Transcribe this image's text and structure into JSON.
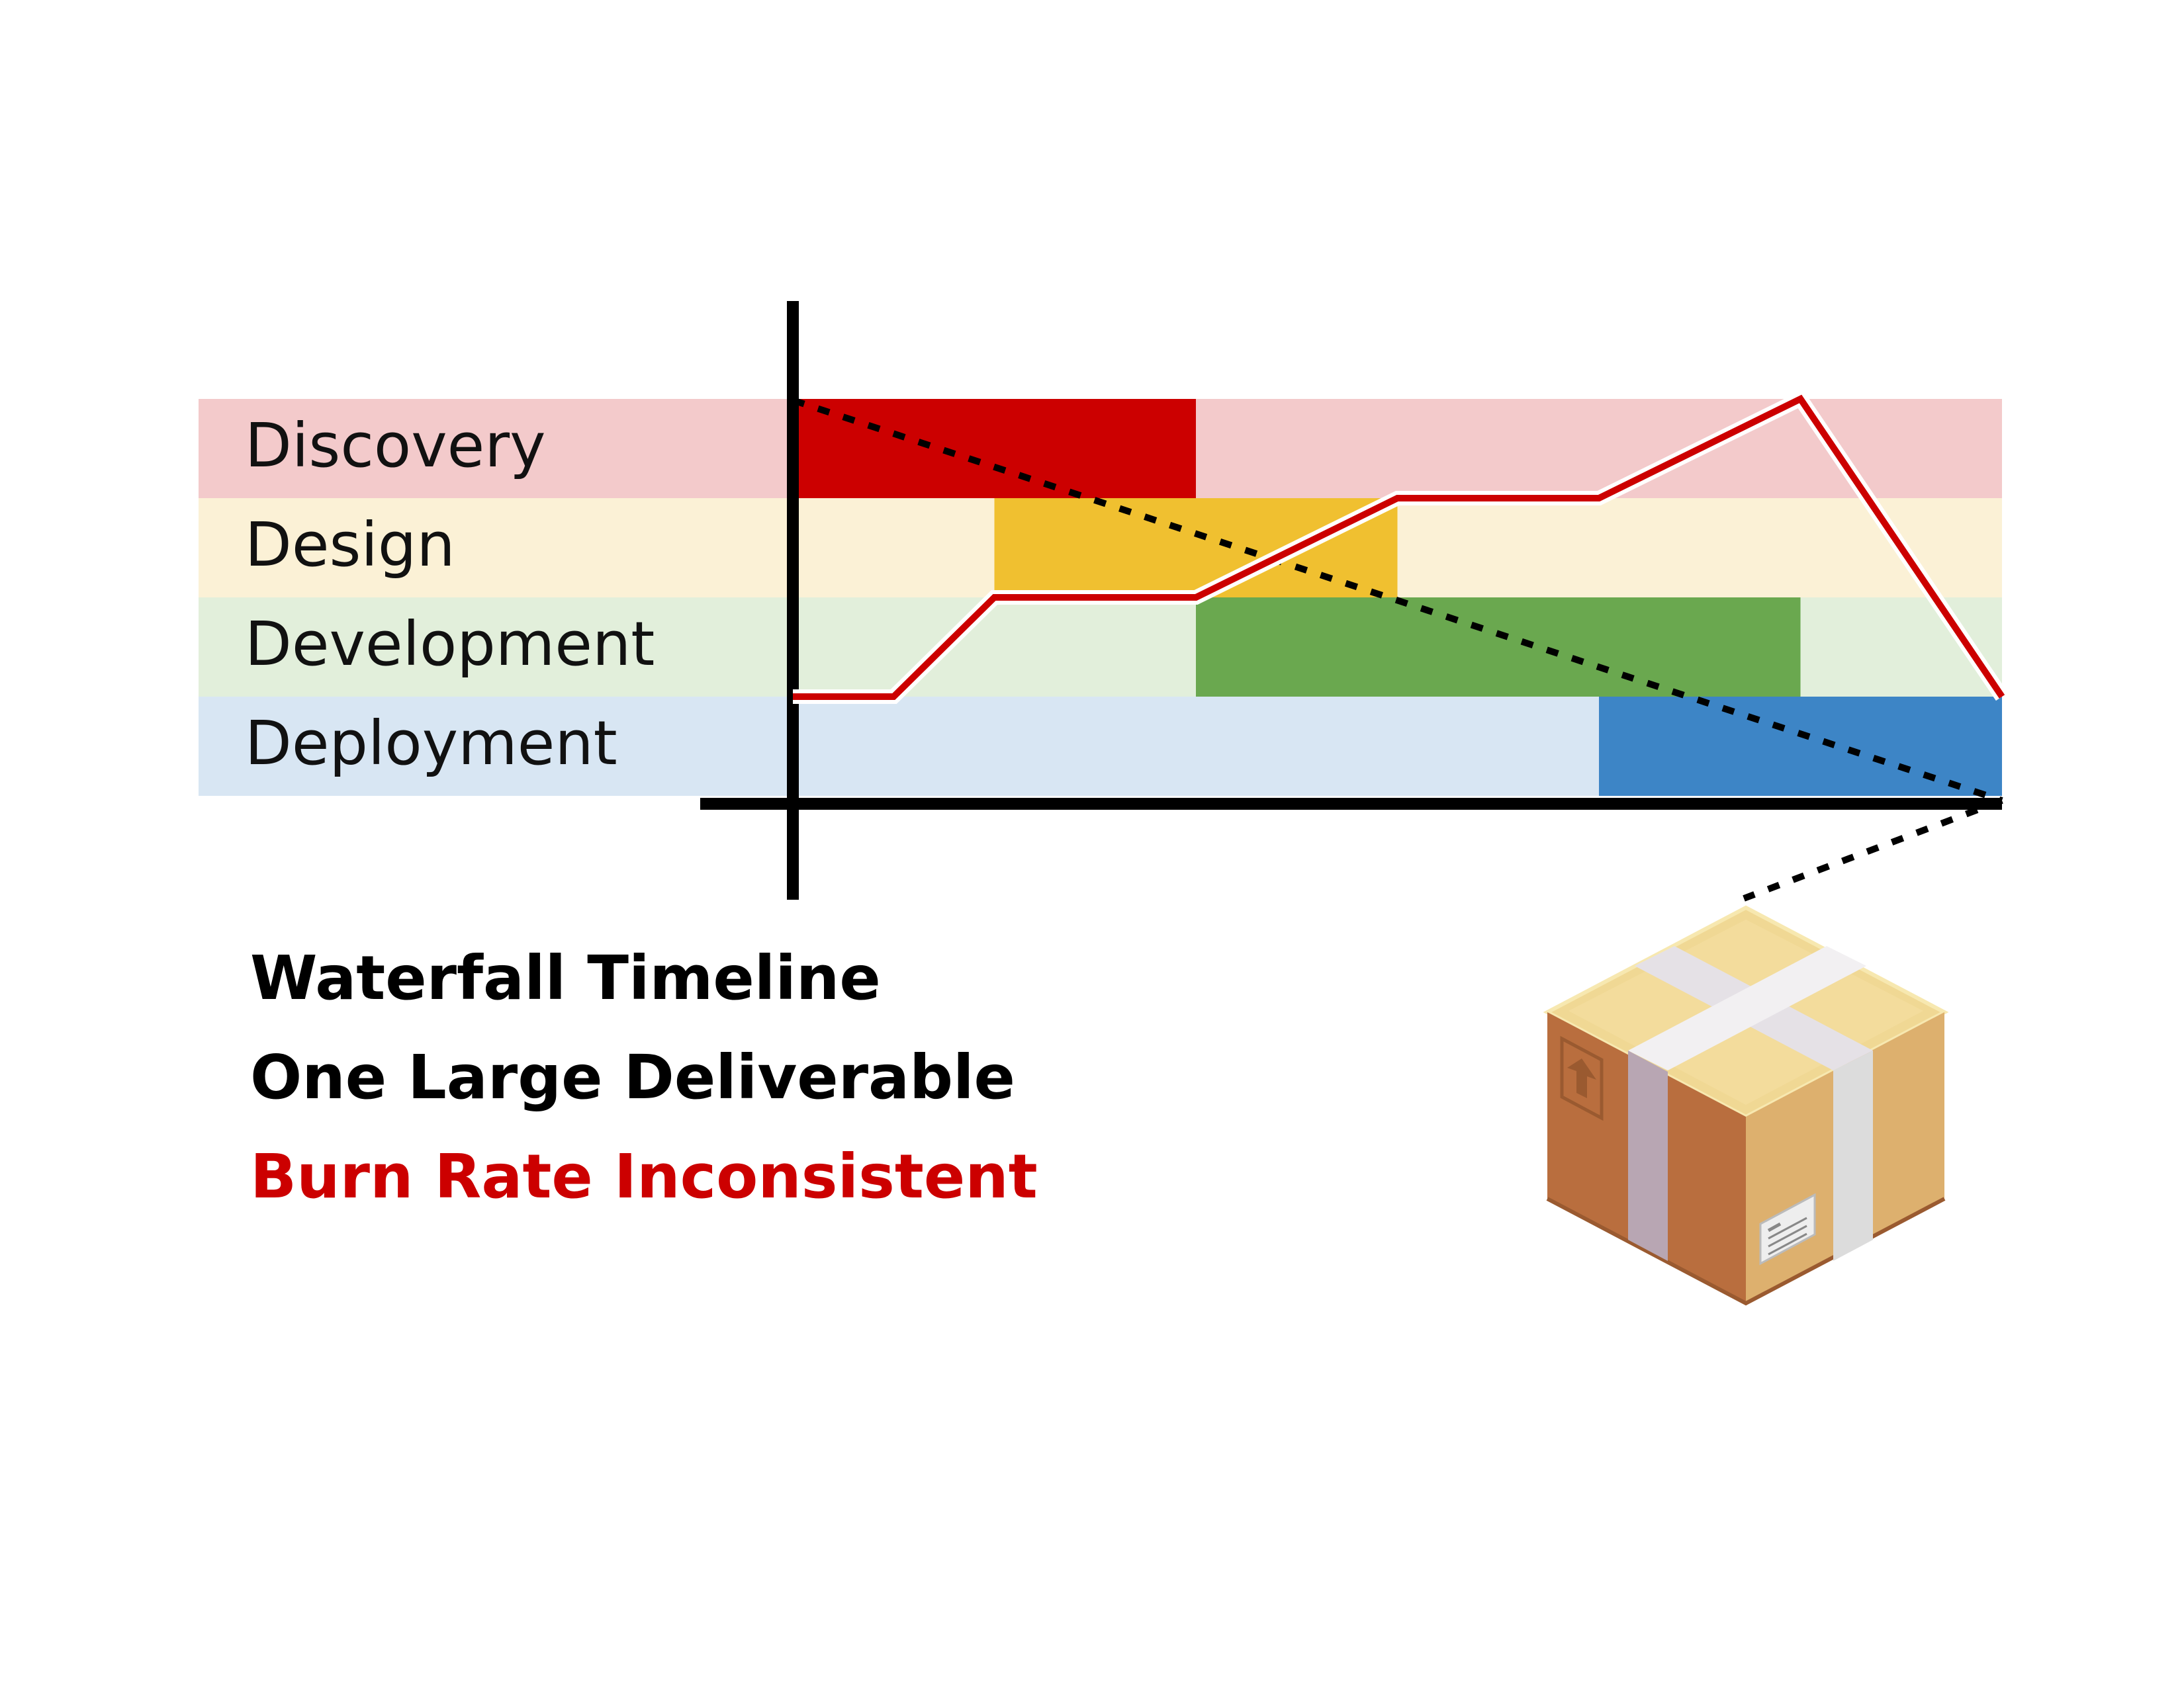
{
  "phases": [
    {
      "label": "Discovery",
      "light": "#f3cacb",
      "dark": "#cc0000",
      "start": 0,
      "end": 2
    },
    {
      "label": "Design",
      "light": "#fbf1d6",
      "dark": "#f0c030",
      "start": 1,
      "end": 3
    },
    {
      "label": "Development",
      "light": "#e2efdb",
      "dark": "#6aa84f",
      "start": 2,
      "end": 5
    },
    {
      "label": "Deployment",
      "light": "#d8e6f3",
      "dark": "#3d85c6",
      "start": 4,
      "end": 6
    }
  ],
  "timeline": {
    "periods": 6
  },
  "burn_rate": {
    "color": "#cc0000",
    "x": [
      0,
      0.5,
      1,
      2,
      3,
      4,
      5,
      6
    ],
    "y": [
      0,
      0,
      1,
      1,
      2,
      2,
      3,
      0
    ]
  },
  "captions": [
    {
      "text": "Waterfall Timeline",
      "color": "#000000"
    },
    {
      "text": "One Large Deliverable",
      "color": "#000000"
    },
    {
      "text": "Burn Rate Inconsistent",
      "color": "#cc0000"
    }
  ],
  "icons": {
    "deliverable": "package-box-icon"
  }
}
